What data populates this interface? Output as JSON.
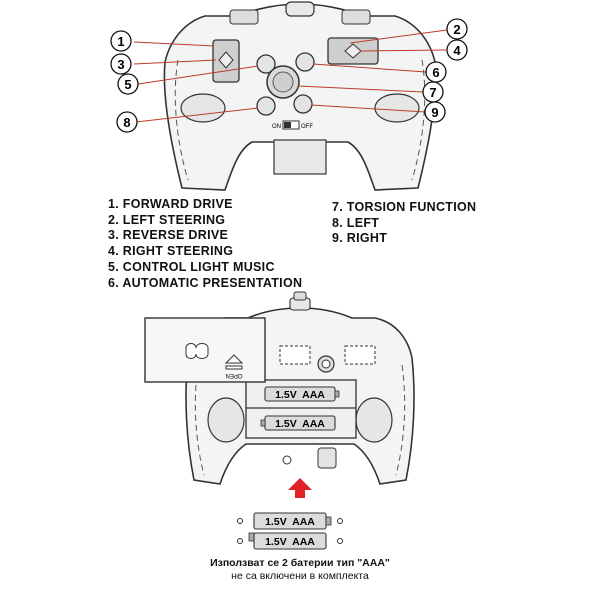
{
  "callouts": [
    "1",
    "2",
    "3",
    "4",
    "5",
    "6",
    "7",
    "8",
    "9"
  ],
  "switch": {
    "on_label": "ON",
    "off_label": "OFF"
  },
  "legend": {
    "left": [
      "1. FORWARD DRIVE",
      "2. LEFT STEERING",
      "3. REVERSE DRIVE",
      "4. RIGHT STEERING",
      "5. CONTROL LIGHT MUSIC",
      "6. AUTOMATIC PRESENTATION"
    ],
    "right": [
      "7. TORSION FUNCTION",
      "8. LEFT",
      "9. RIGHT"
    ]
  },
  "battery_label": "1.5V  AAA",
  "cover_label": "OPEN",
  "note": {
    "line1": "Използват се 2 батерии тип \"AAA\"",
    "line2": "не са включени в комплекта"
  },
  "colors": {
    "arrow": "#e32227",
    "stroke": "#333333",
    "body_fill": "#f4f4f4",
    "battery_fill": "#dcdcdc"
  }
}
